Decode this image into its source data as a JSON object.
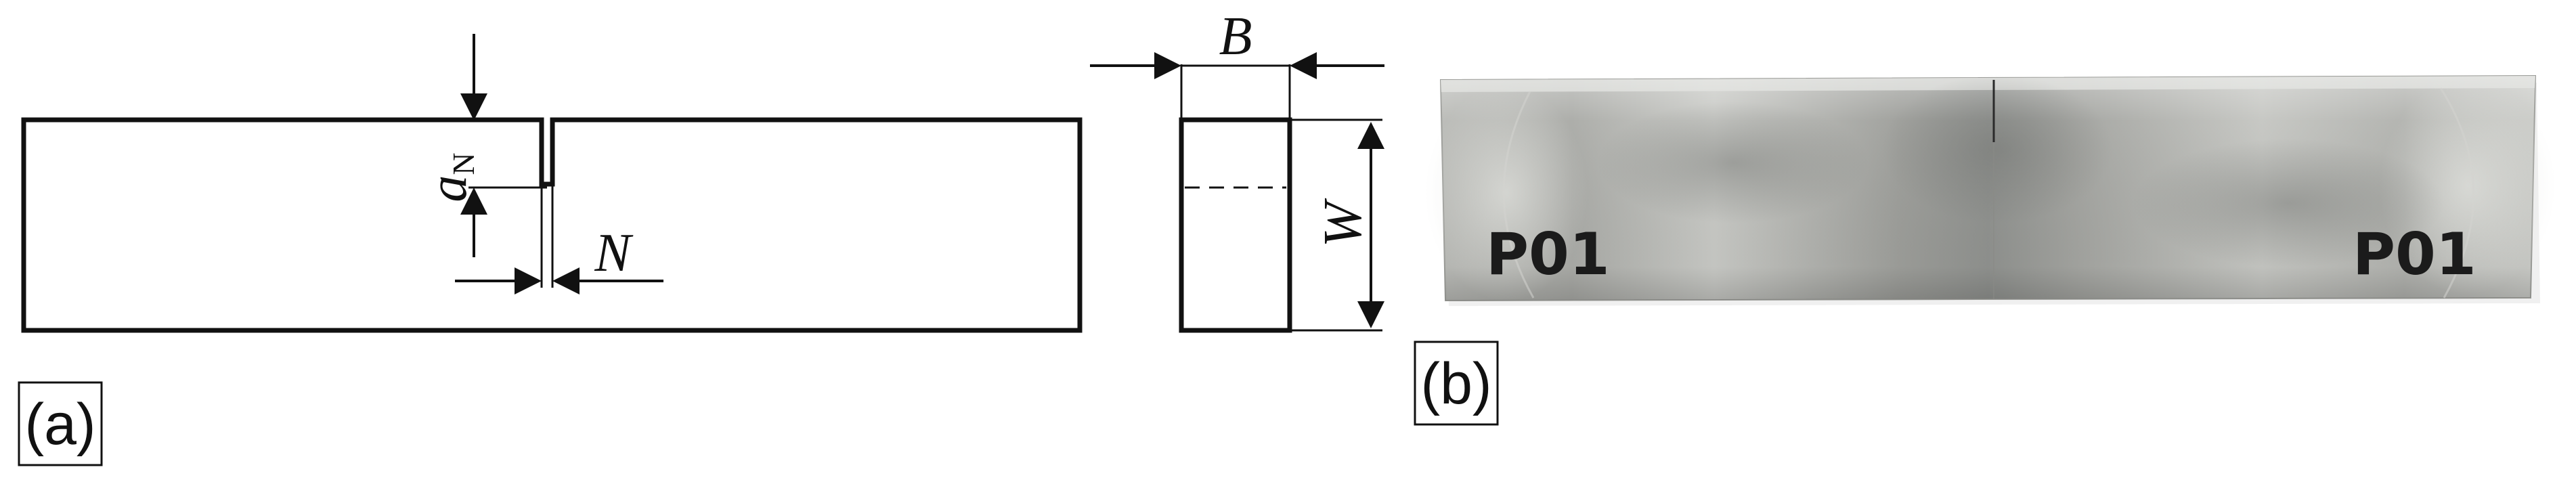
{
  "panel_a": {
    "label": "(a)",
    "dimensions": {
      "notch_depth_symbol": "a",
      "notch_depth_subscript": "N",
      "notch_width_symbol": "N",
      "thickness_symbol": "B",
      "height_symbol": "W"
    }
  },
  "panel_b": {
    "label": "(b)",
    "specimen_marks": [
      "P01",
      "P01"
    ]
  },
  "colors": {
    "line": "#111111",
    "metal_light": "#c4c4c0",
    "metal_dark": "#8f918e",
    "marker_ink": "#1b1b1b"
  }
}
